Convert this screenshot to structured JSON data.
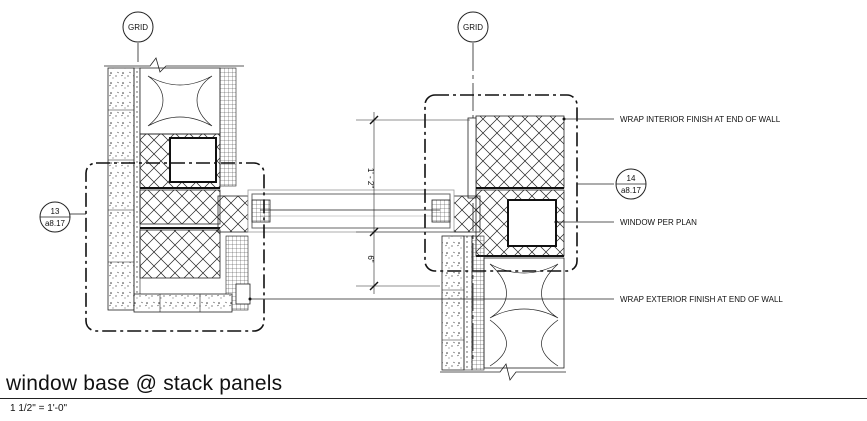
{
  "grid_label": "GRID",
  "callouts": {
    "left": {
      "number": "13",
      "sheet": "a8.17"
    },
    "right": {
      "number": "14",
      "sheet": "a8.17"
    }
  },
  "notes": {
    "wrap_interior": "WRAP INTERIOR FINISH AT END OF WALL",
    "window_per_plan": "WINDOW PER PLAN",
    "wrap_exterior": "WRAP EXTERIOR FINISH AT END OF WALL"
  },
  "dimensions": {
    "upper": "1' - 2\"",
    "lower": "6\""
  },
  "title": "window base @ stack panels",
  "scale": "1 1/2\" = 1'-0\""
}
